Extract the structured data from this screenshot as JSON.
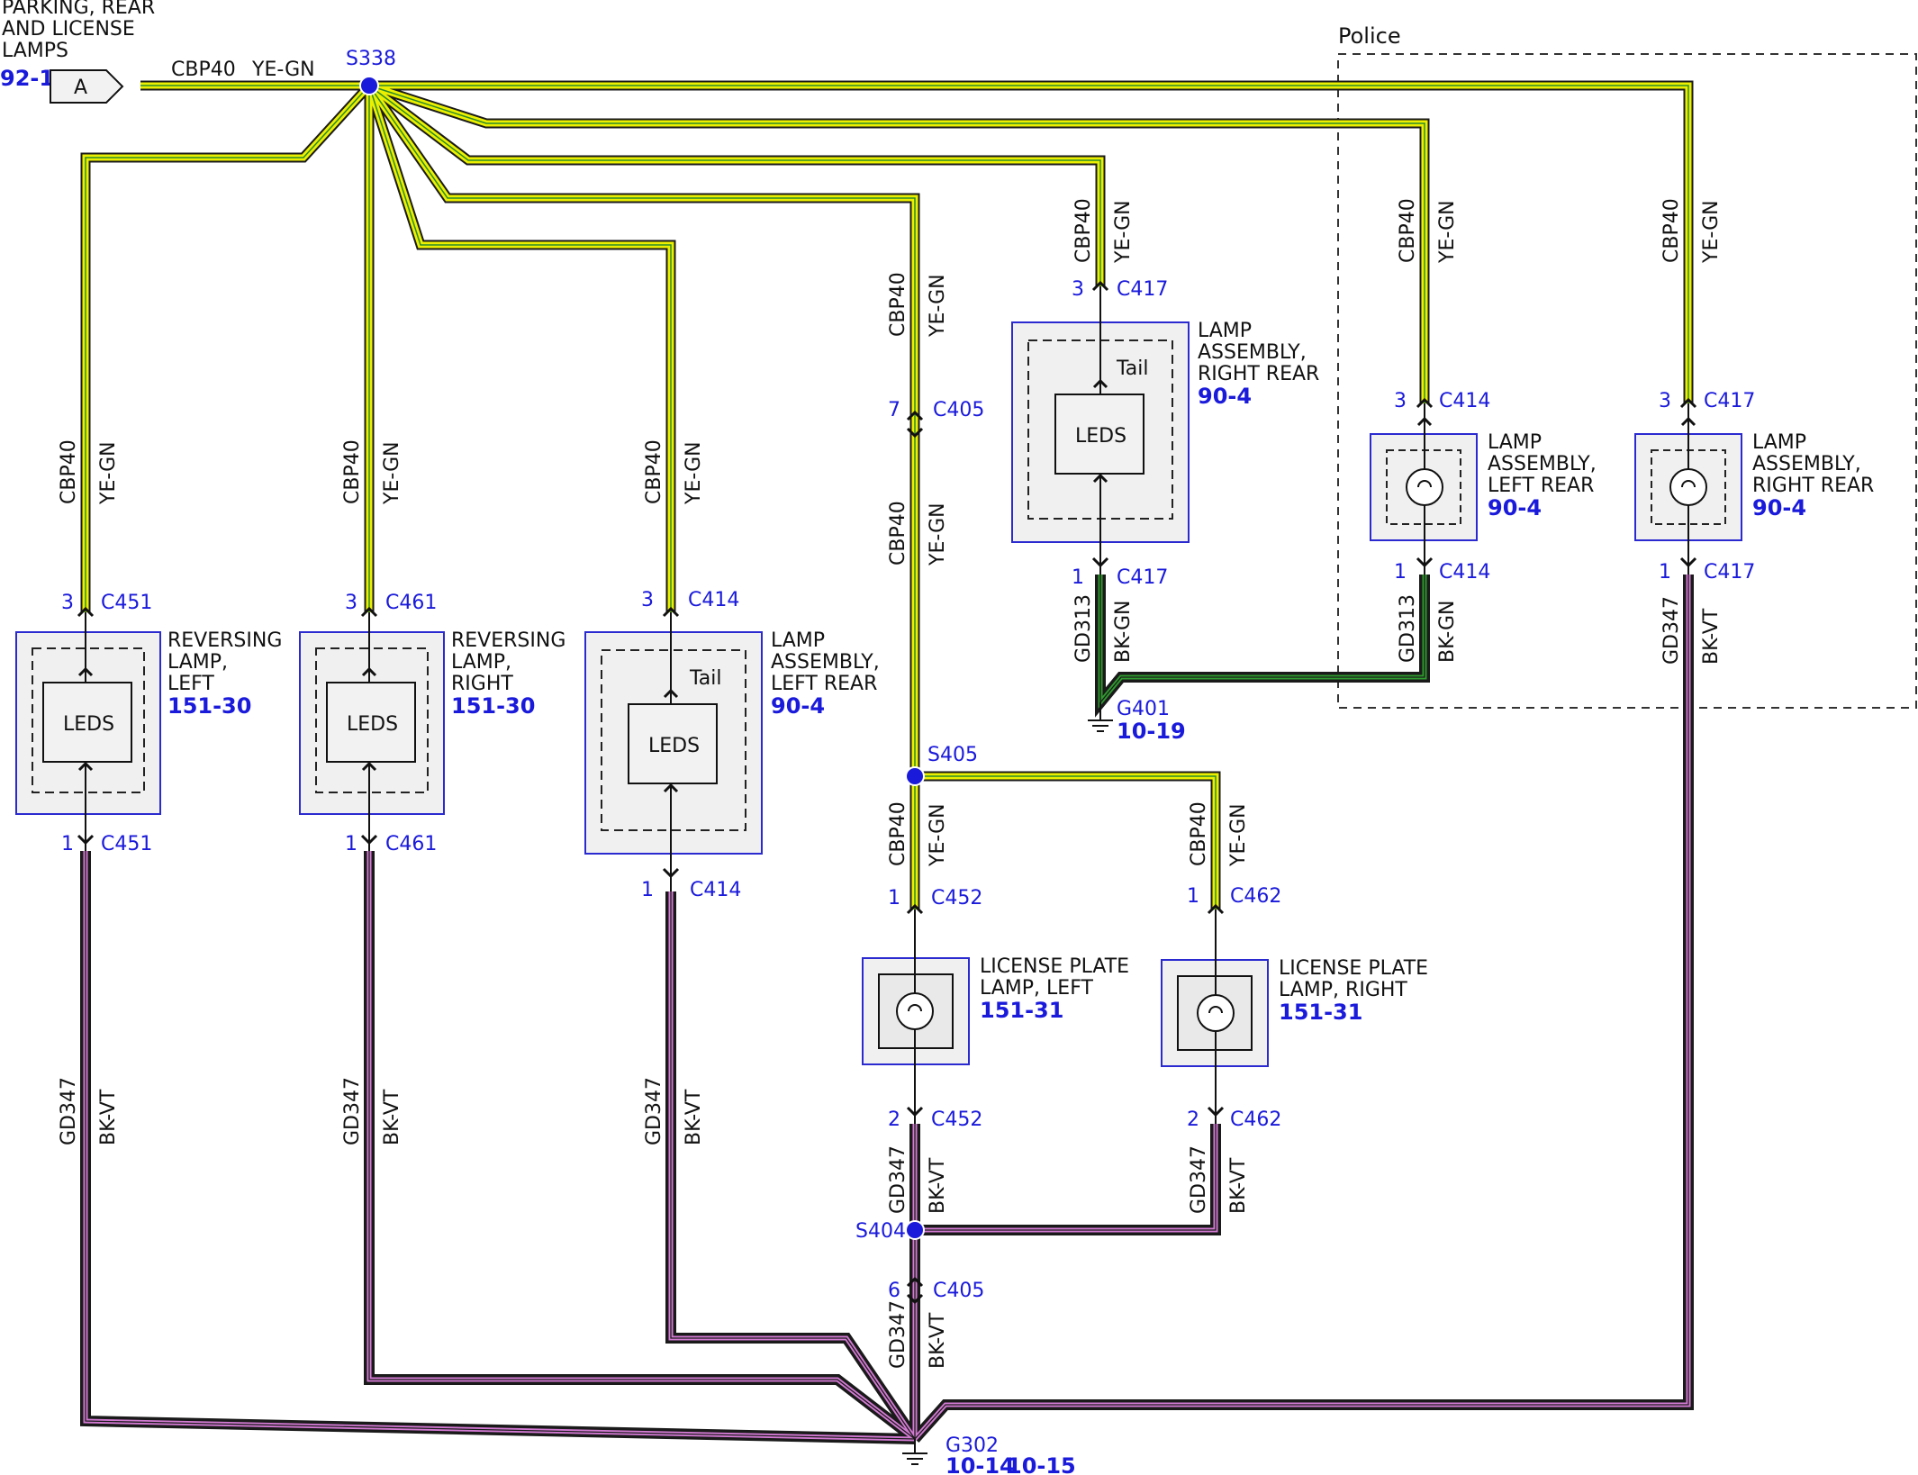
{
  "source": {
    "title_lines": [
      "PARKING, REAR",
      "AND LICENSE",
      "LAMPS"
    ],
    "page_ref": "92-1",
    "connector_letter": "A",
    "circuit": "CBP40",
    "color": "YE-GN"
  },
  "splices": {
    "s338": "S338",
    "s405": "S405",
    "s404": "S404"
  },
  "police_label": "Police",
  "wire_labels": {
    "feed_circuit": "CBP40",
    "feed_color": "YE-GN",
    "ground_circuit": "GD347",
    "ground_color": "BK-VT",
    "g401_circuit": "GD313",
    "g401_color": "BK-GN"
  },
  "components": {
    "reversing_left": {
      "name_lines": [
        "REVERSING",
        "LAMP,",
        "LEFT"
      ],
      "ref": "151-30",
      "inner": "LEDS",
      "pin_in": "3",
      "conn_in": "C451",
      "pin_out": "1",
      "conn_out": "C451"
    },
    "reversing_right": {
      "name_lines": [
        "REVERSING",
        "LAMP,",
        "RIGHT"
      ],
      "ref": "151-30",
      "inner": "LEDS",
      "pin_in": "3",
      "conn_in": "C461",
      "pin_out": "1",
      "conn_out": "C461"
    },
    "lamp_left_rear": {
      "name_lines": [
        "LAMP",
        "ASSEMBLY,",
        "LEFT REAR"
      ],
      "ref": "90-4",
      "inner": "LEDS",
      "tail": "Tail",
      "pin_in": "3",
      "conn_in": "C414",
      "pin_out": "1",
      "conn_out": "C414"
    },
    "lamp_right_rear": {
      "name_lines": [
        "LAMP",
        "ASSEMBLY,",
        "RIGHT REAR"
      ],
      "ref": "90-4",
      "inner": "LEDS",
      "tail": "Tail",
      "pin_in": "3",
      "conn_in": "C417",
      "pin_out": "1",
      "conn_out": "C417"
    },
    "police_left_rear": {
      "name_lines": [
        "LAMP",
        "ASSEMBLY,",
        "LEFT REAR"
      ],
      "ref": "90-4",
      "pin_in": "3",
      "conn_in": "C414",
      "pin_out": "1",
      "conn_out": "C414"
    },
    "police_right_rear": {
      "name_lines": [
        "LAMP",
        "ASSEMBLY,",
        "RIGHT REAR"
      ],
      "ref": "90-4",
      "pin_in": "3",
      "conn_in": "C417",
      "pin_out": "1",
      "conn_out": "C417"
    },
    "license_left": {
      "name_lines": [
        "LICENSE PLATE",
        "LAMP, LEFT"
      ],
      "ref": "151-31",
      "pin_in": "1",
      "conn_in": "C452",
      "pin_out": "2",
      "conn_out": "C452"
    },
    "license_right": {
      "name_lines": [
        "LICENSE PLATE",
        "LAMP, RIGHT"
      ],
      "ref": "151-31",
      "pin_in": "1",
      "conn_in": "C462",
      "pin_out": "2",
      "conn_out": "C462"
    }
  },
  "c405": {
    "pin_top": "7",
    "pin_bottom": "6",
    "name": "C405"
  },
  "grounds": {
    "g401": {
      "name": "G401",
      "ref": "10-19"
    },
    "g302": {
      "name": "G302",
      "ref1": "10-14",
      "ref2": "10-15"
    }
  }
}
